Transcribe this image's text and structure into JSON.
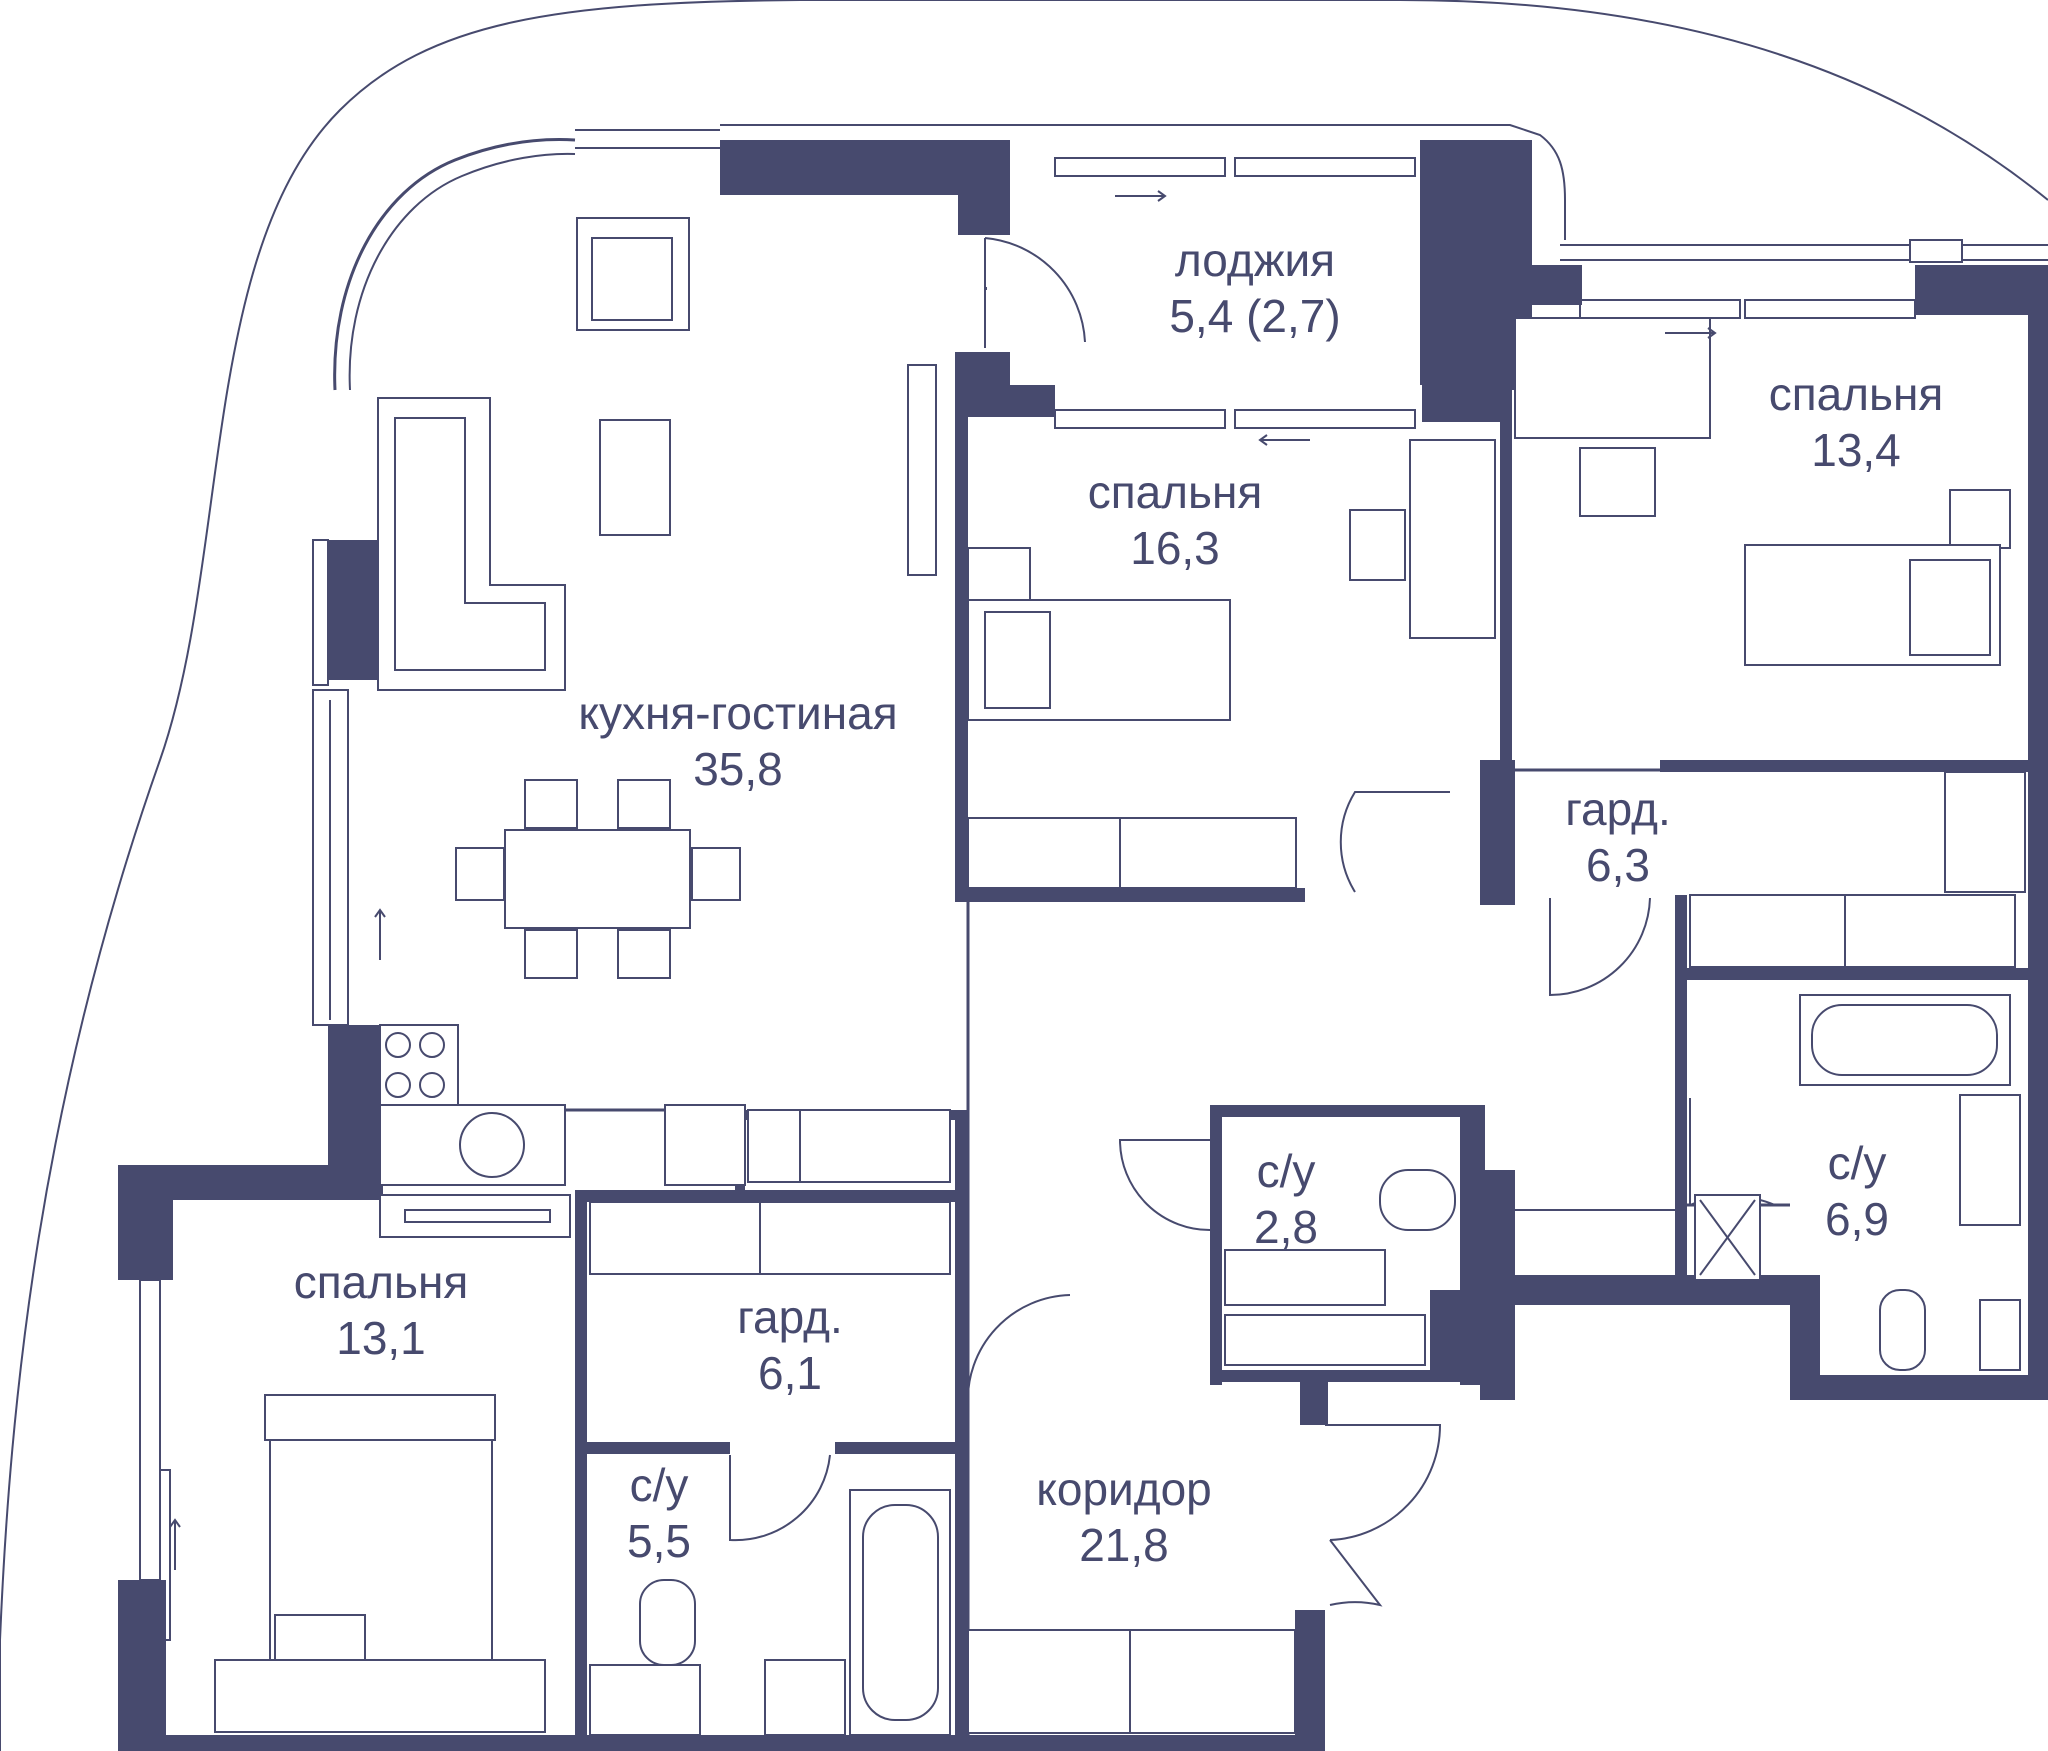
{
  "floor_plan": {
    "colors": {
      "wall": "#474a6e",
      "background": "#ffffff"
    },
    "rooms": [
      {
        "id": "loggia",
        "name": "лоджия",
        "area": "5,4 (2,7)"
      },
      {
        "id": "bedroom-1",
        "name": "спальня",
        "area": "13,4"
      },
      {
        "id": "bedroom-2",
        "name": "спальня",
        "area": "16,3"
      },
      {
        "id": "kitchen-living",
        "name": "кухня-гостиная",
        "area": "35,8"
      },
      {
        "id": "wardrobe-1",
        "name": "гард.",
        "area": "6,3"
      },
      {
        "id": "bathroom-1",
        "name": "с/у",
        "area": "2,8"
      },
      {
        "id": "bathroom-2",
        "name": "с/у",
        "area": "6,9"
      },
      {
        "id": "bedroom-3",
        "name": "спальня",
        "area": "13,1"
      },
      {
        "id": "wardrobe-2",
        "name": "гард.",
        "area": "6,1"
      },
      {
        "id": "bathroom-3",
        "name": "с/у",
        "area": "5,5"
      },
      {
        "id": "corridor",
        "name": "коридор",
        "area": "21,8"
      }
    ]
  }
}
